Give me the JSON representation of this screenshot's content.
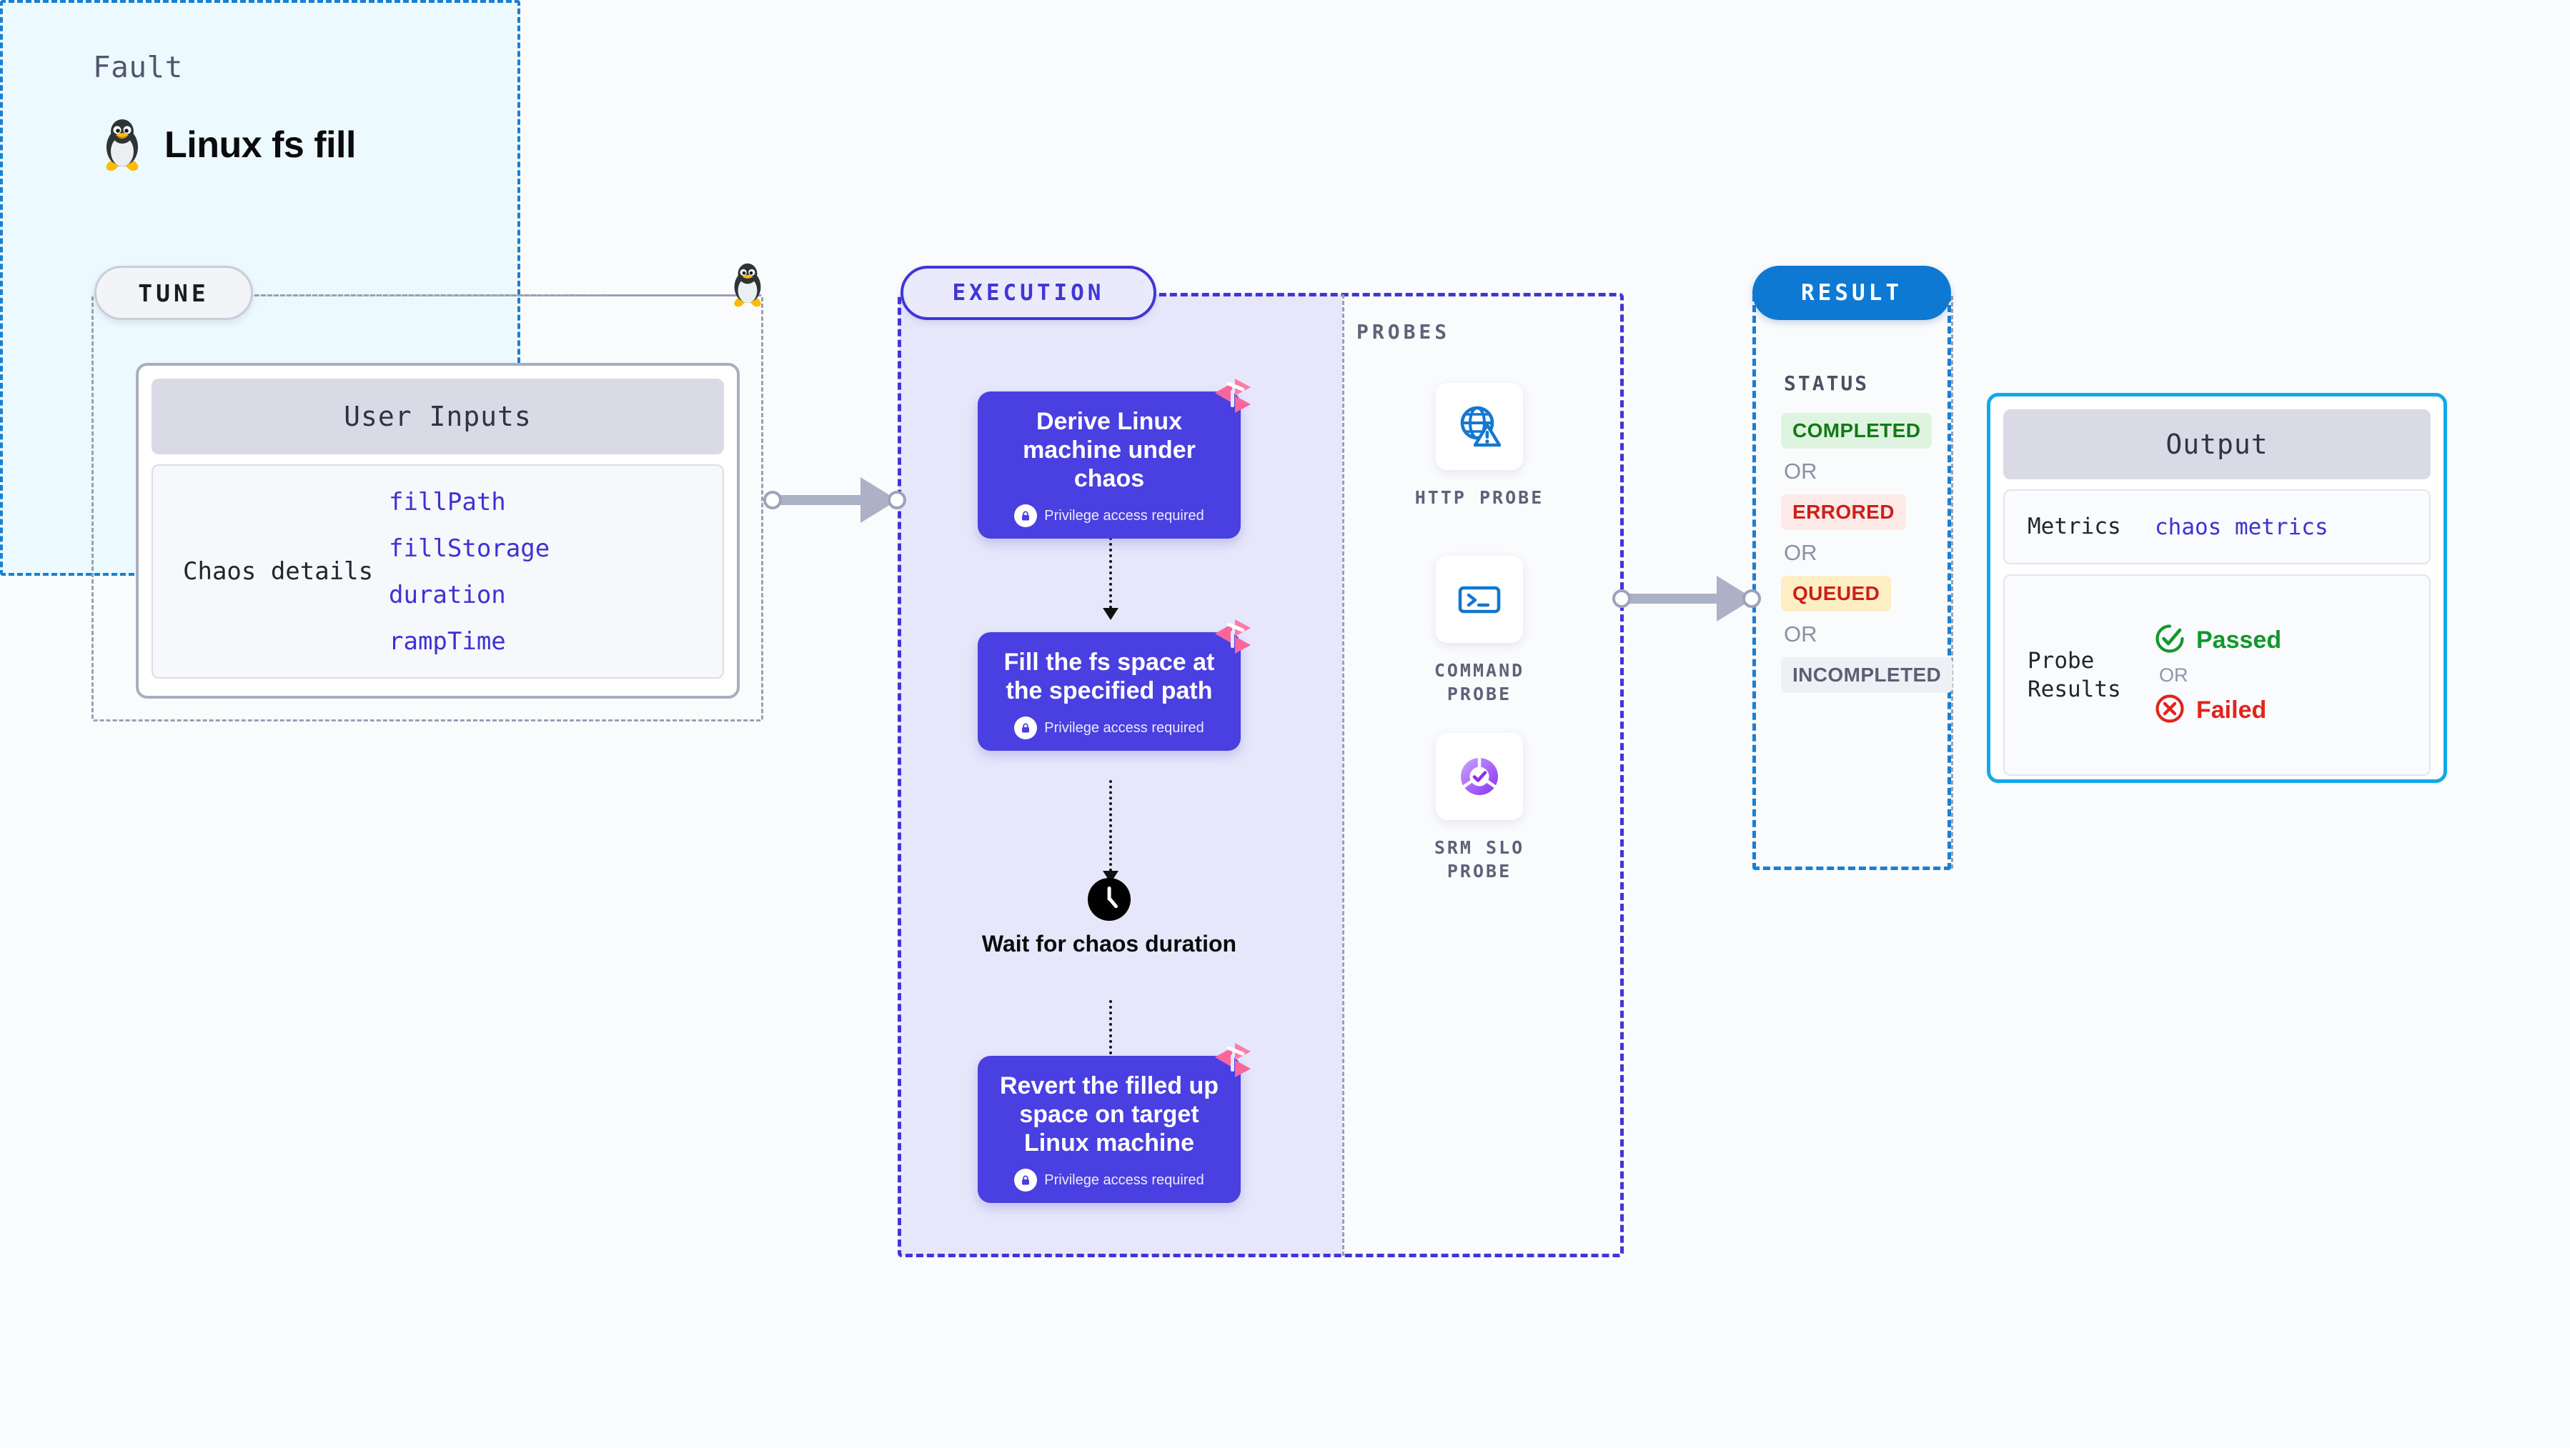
{
  "header": {
    "kicker": "Fault",
    "title": "Linux fs fill",
    "icon": "linux-penguin-icon"
  },
  "tune": {
    "pill_label": "TUNE",
    "icon": "linux-penguin-icon",
    "card": {
      "header": "User Inputs",
      "key": "Chaos details",
      "values": [
        "fillPath",
        "fillStorage",
        "duration",
        "rampTime"
      ]
    }
  },
  "execution": {
    "pill_label": "EXECUTION",
    "privilege_note": "Privilege access required",
    "steps": [
      {
        "title": "Derive Linux machine under chaos",
        "privileged": true,
        "logo": "harness-chaos-logo-icon"
      },
      {
        "title": "Fill the fs space at the specified path",
        "privileged": true,
        "logo": "harness-chaos-logo-icon"
      }
    ],
    "wait": {
      "label": "Wait for chaos duration",
      "icon": "clock-icon"
    },
    "final_step": {
      "title": "Revert the filled up space on target Linux machine",
      "privileged": true,
      "logo": "harness-chaos-logo-icon"
    }
  },
  "probes": {
    "label": "PROBES",
    "items": [
      {
        "name": "HTTP PROBE",
        "icon": "globe-warning-icon"
      },
      {
        "name": "COMMAND PROBE",
        "icon": "terminal-icon"
      },
      {
        "name": "SRM SLO PROBE",
        "icon": "slo-check-icon"
      }
    ]
  },
  "result": {
    "pill_label": "RESULT",
    "status_heading": "STATUS",
    "or_label": "OR",
    "statuses": [
      {
        "label": "COMPLETED",
        "bg": "#dff4e0",
        "fg": "#137a18"
      },
      {
        "label": "ERRORED",
        "bg": "#fdeae9",
        "fg": "#cc1f19"
      },
      {
        "label": "QUEUED",
        "bg": "#fdeec3",
        "fg": "#cc1f19"
      },
      {
        "label": "INCOMPLETED",
        "bg": "#eff0f5",
        "fg": "#5b6074"
      }
    ],
    "output": {
      "header": "Output",
      "metrics_key": "Metrics",
      "metrics_value": "chaos metrics",
      "probe_results_key": "Probe Results",
      "passed_label": "Passed",
      "failed_label": "Failed",
      "or_label": "OR",
      "passed_color": "#11982c",
      "failed_color": "#e1241a"
    }
  },
  "colors": {
    "page_bg": "#fafbfd",
    "execution_accent": "#4036d8",
    "execution_fill": "#e7e7fb",
    "step_bg": "#4a3fe0",
    "result_accent": "#0d79d2",
    "result_fill": "#ecf9fe",
    "output_border": "#12a9e8",
    "mono_value": "#3c32d5",
    "connector": "#adb1c6",
    "dashed_grey": "#9aa0b4"
  }
}
